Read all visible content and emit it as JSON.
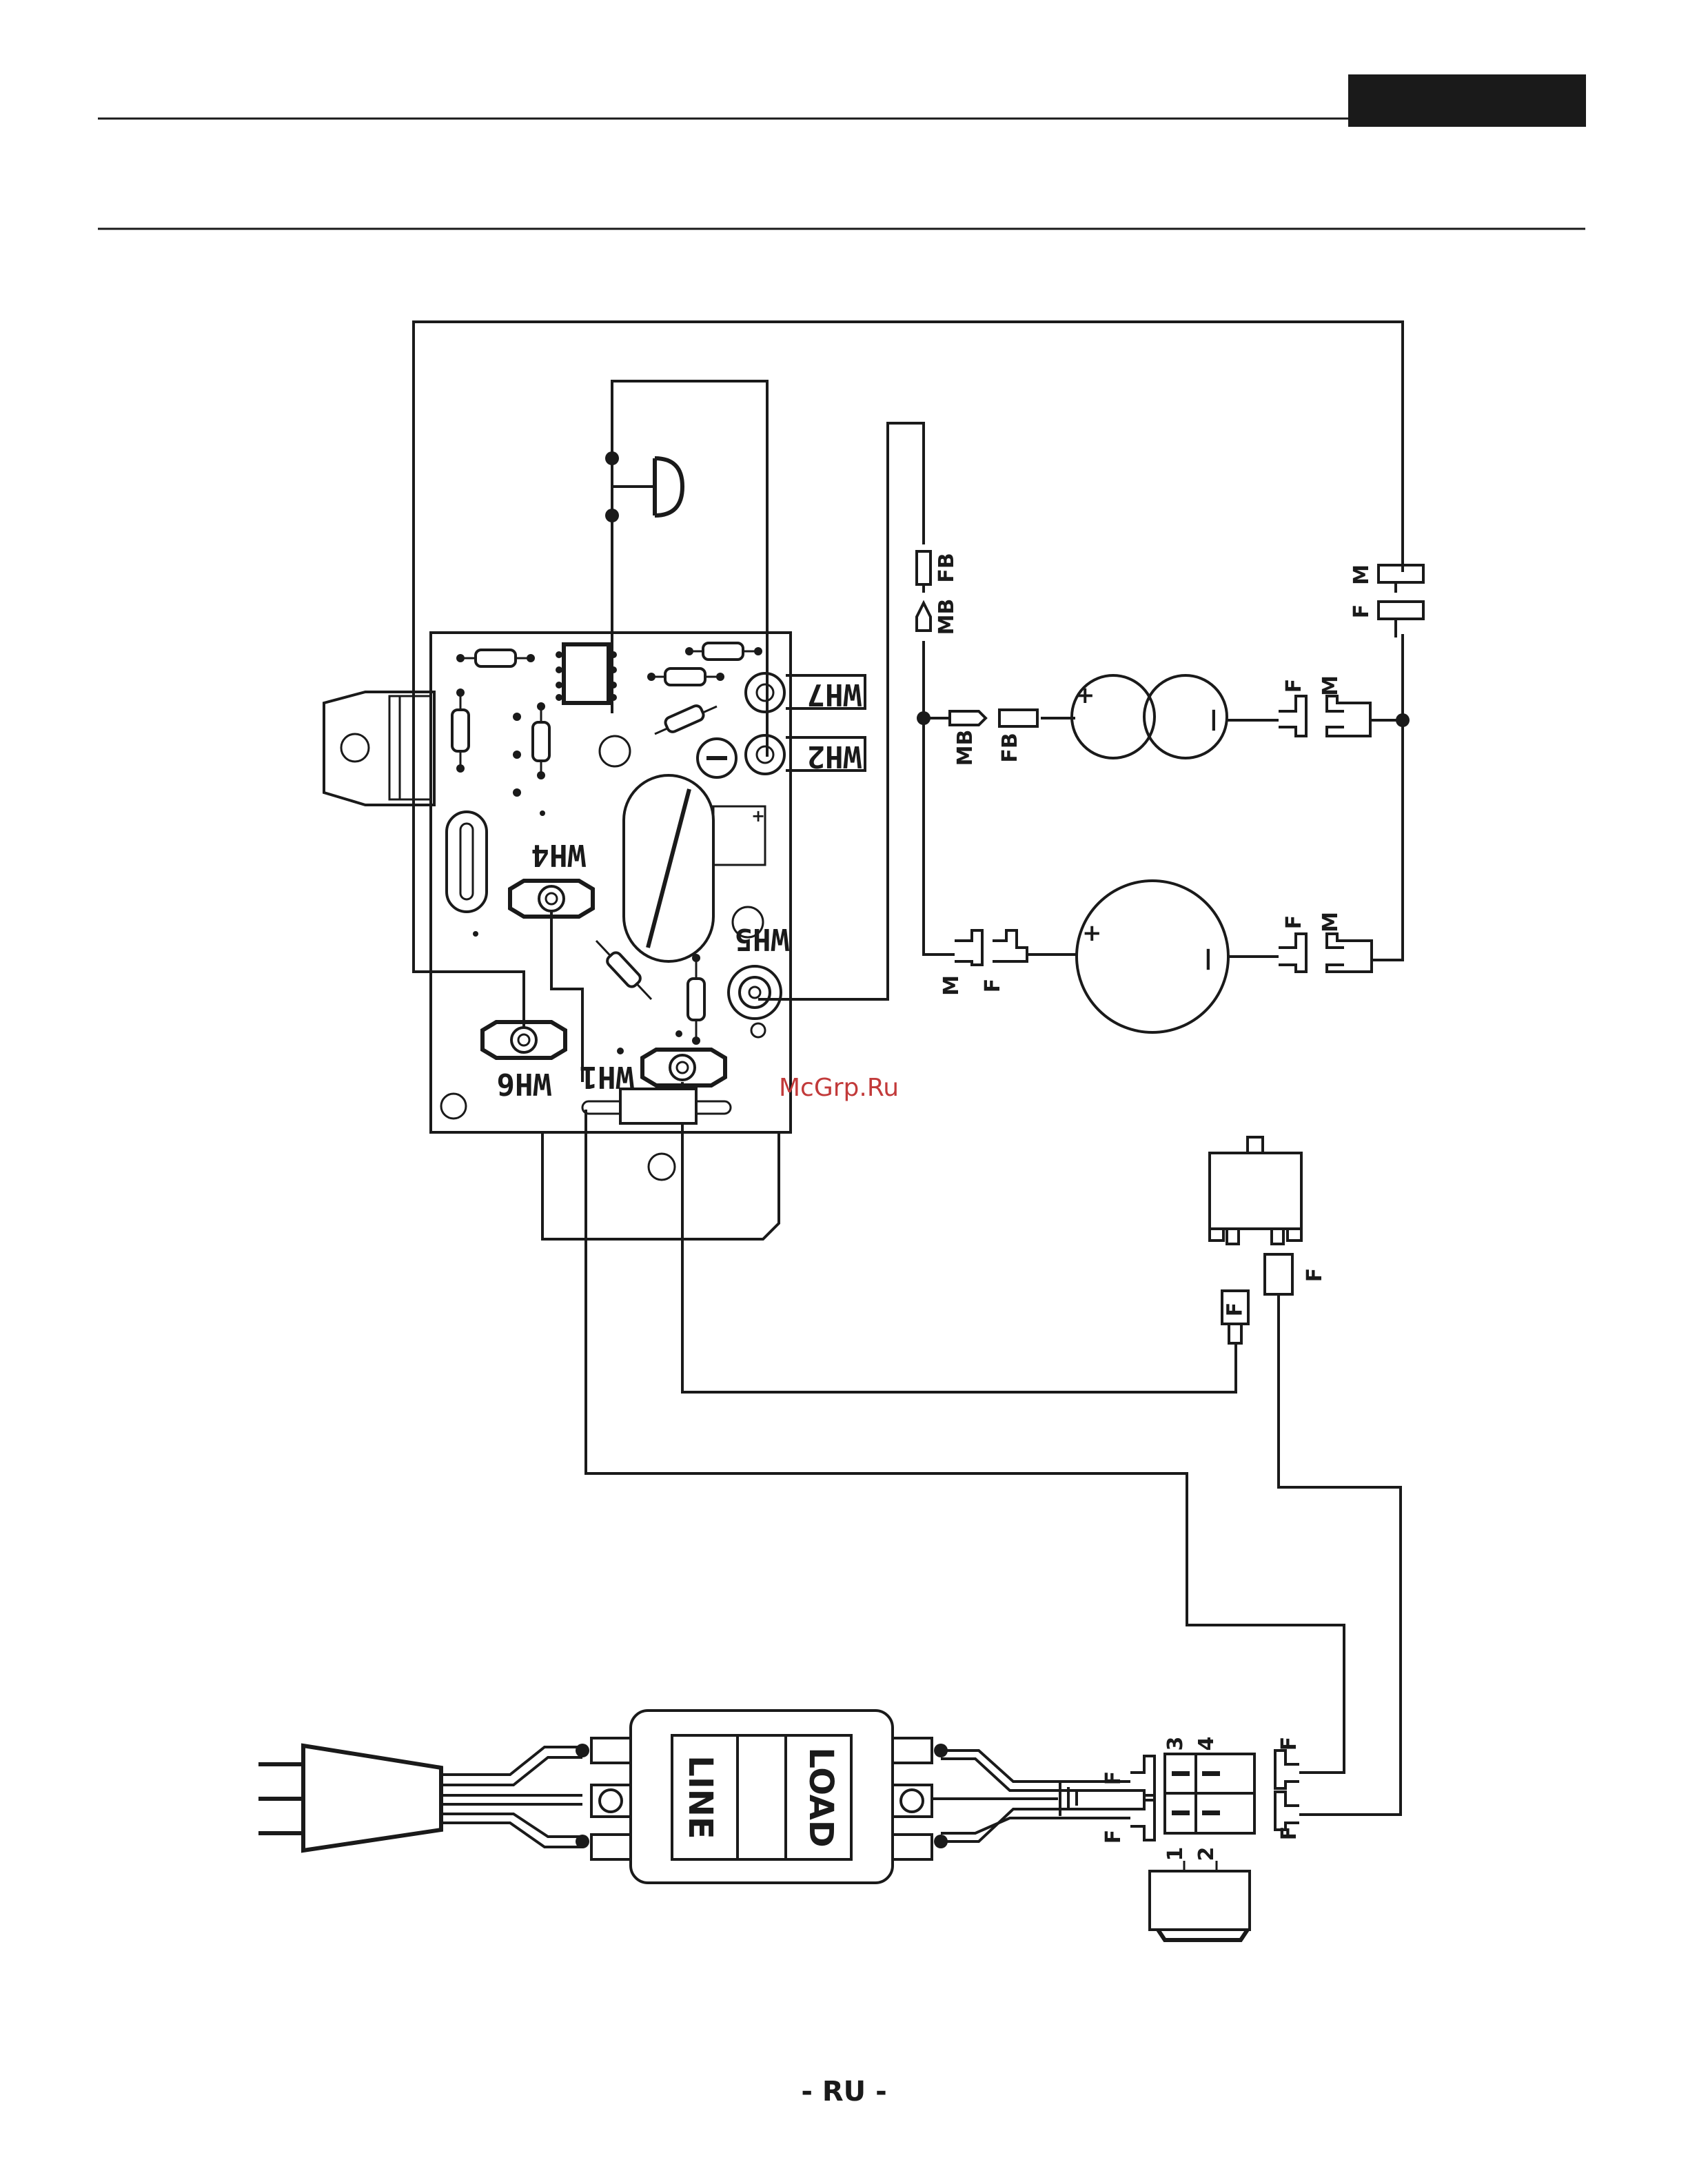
{
  "header": {
    "badge_color": "#1a1a1a"
  },
  "pcb": {
    "terminals": [
      "WH7",
      "WH2",
      "WH4",
      "WH5",
      "WH6",
      "WH1"
    ]
  },
  "connectors": {
    "top_right_upper": [
      "M",
      "F"
    ],
    "fb_pin": "FB",
    "mb_pin": "MB",
    "upper_motor_left": [
      "MB",
      "FB"
    ],
    "upper_motor_right": [
      "F",
      "M"
    ],
    "lower_motor_left": [
      "M",
      "F"
    ],
    "lower_motor_right": [
      "F",
      "M"
    ],
    "relay_left": "F",
    "relay_right": "F",
    "switch_left_upper": "F",
    "switch_left_lower": "F",
    "switch_right_upper": "F",
    "switch_right_lower": "F"
  },
  "motor_signs": {
    "plus": "+",
    "minus": "—"
  },
  "switch": {
    "pins_top": [
      "3",
      "4"
    ],
    "pins_bottom": [
      "1",
      "2"
    ]
  },
  "filter": {
    "line_label": "LINE",
    "load_label": "LOAD"
  },
  "watermark": "McGrp.Ru",
  "footer": {
    "page_label": "- RU -"
  }
}
